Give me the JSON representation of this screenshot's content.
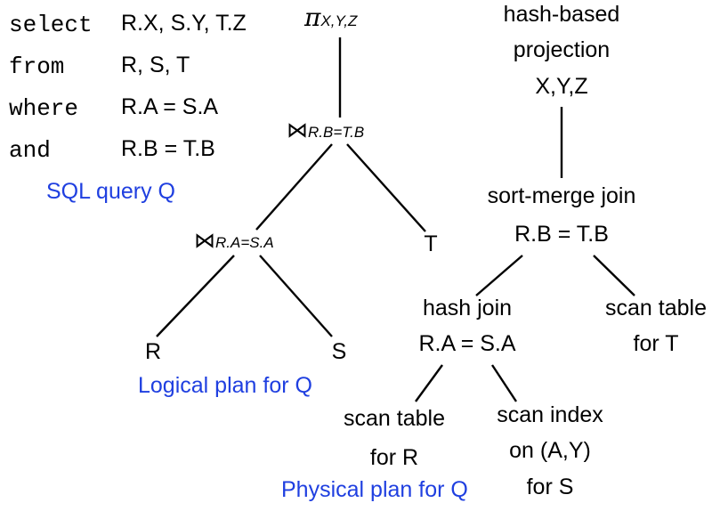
{
  "sql": {
    "kw_select": "select",
    "kw_from": "from",
    "kw_where": "where",
    "kw_and": "and",
    "select_list": "R.X, S.Y, T.Z",
    "from_list": "R, S, T",
    "where_cond": "R.A = S.A",
    "and_cond": "R.B = T.B",
    "caption": "SQL query Q"
  },
  "logical": {
    "pi_symbol": "π",
    "pi_sub": "X,Y,Z",
    "join_symbol": "⋈",
    "top_join_sub": "R.B=T.B",
    "bottom_join_sub": "R.A=S.A",
    "leaf_r": "R",
    "leaf_s": "S",
    "leaf_t": "T",
    "caption": "Logical plan for Q"
  },
  "physical": {
    "projection_line1": "hash-based",
    "projection_line2": "projection",
    "projection_line3": "X,Y,Z",
    "sortmerge_line1": "sort-merge join",
    "sortmerge_line2": "R.B = T.B",
    "hashjoin_line1": "hash join",
    "hashjoin_line2": "R.A = S.A",
    "scan_t_line1": "scan table",
    "scan_t_line2": "for T",
    "scan_r_line1": "scan table",
    "scan_r_line2": "for R",
    "scan_idx_line1": "scan index",
    "scan_idx_line2": "on (A,Y)",
    "scan_idx_line3": "for S",
    "caption": "Physical plan for Q"
  },
  "colors": {
    "caption_blue": "#1f3fe0",
    "text": "#000000"
  }
}
